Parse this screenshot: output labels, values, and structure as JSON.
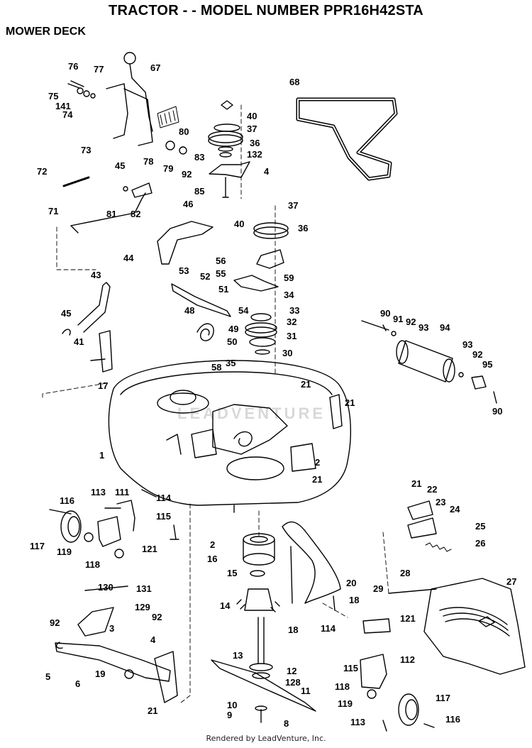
{
  "title": "TRACTOR - - MODEL NUMBER PPR16H42STA",
  "section": "MOWER DECK",
  "watermark": "LEADVENTURE",
  "footer": "Rendered by LeadVenture, Inc.",
  "callouts": [
    "76",
    "77",
    "67",
    "75",
    "141",
    "74",
    "73",
    "78",
    "80",
    "79",
    "92",
    "68",
    "40",
    "37",
    "36",
    "83",
    "132",
    "4",
    "85",
    "72",
    "45",
    "81",
    "82",
    "71",
    "46",
    "44",
    "40",
    "37",
    "36",
    "56",
    "55",
    "59",
    "53",
    "52",
    "51",
    "34",
    "48",
    "54",
    "33",
    "32",
    "31",
    "43",
    "45",
    "41",
    "58",
    "50",
    "49",
    "30",
    "35",
    "90",
    "91",
    "92",
    "93",
    "94",
    "93",
    "92",
    "95",
    "90",
    "17",
    "21",
    "21",
    "1",
    "2",
    "21",
    "116",
    "113",
    "111",
    "114",
    "115",
    "117",
    "119",
    "121",
    "118",
    "2",
    "16",
    "15",
    "20",
    "18",
    "14",
    "18",
    "114",
    "121",
    "130",
    "131",
    "129",
    "92",
    "92",
    "3",
    "4",
    "5",
    "6",
    "19",
    "21",
    "13",
    "12",
    "128",
    "11",
    "10",
    "9",
    "8",
    "21",
    "22",
    "23",
    "24",
    "25",
    "26",
    "27",
    "28",
    "29",
    "115",
    "112",
    "118",
    "119",
    "117",
    "113",
    "116"
  ]
}
